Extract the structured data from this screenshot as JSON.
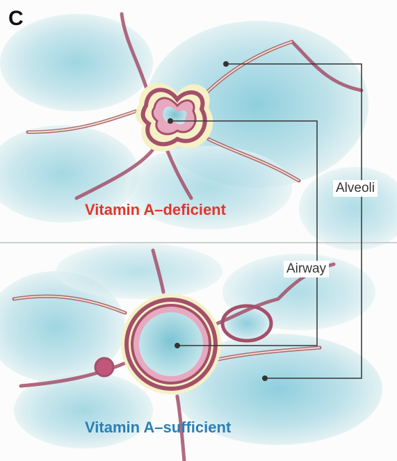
{
  "figure": {
    "panel_letter": "C",
    "conditions": {
      "deficient": "Vitamin A–deficient",
      "sufficient": "Vitamin A–sufficient"
    },
    "callouts": {
      "alveoli": "Alveoli",
      "airway": "Airway"
    },
    "colors": {
      "deficient_label": "#e2352a",
      "sufficient_label": "#2a7fb5",
      "alveolar_space": "#bfe2ea",
      "septum_tissue": "#a4506a",
      "connective_tissue": "#f6f0c6",
      "callout_lines": "#333333"
    }
  }
}
